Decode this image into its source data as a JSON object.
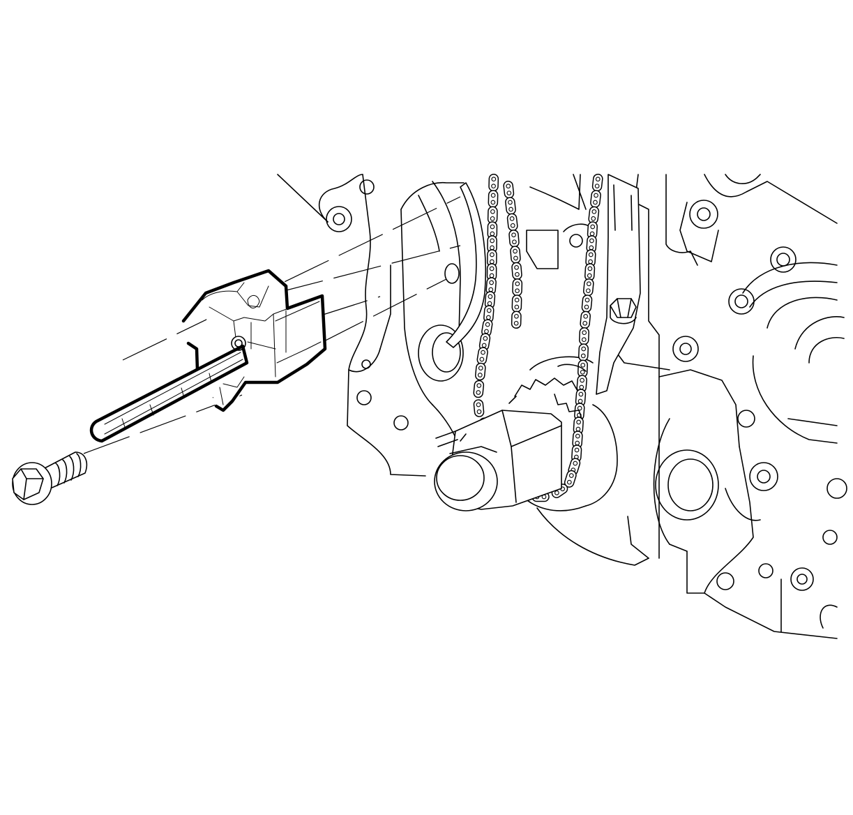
{
  "figure": {
    "background": "#ffffff",
    "line_color": "#000000",
    "parts": [
      {
        "id": "engine-block",
        "icon": "engine-block-icon"
      },
      {
        "id": "timing-chain",
        "icon": "timing-chain-icon"
      },
      {
        "id": "chain-guide",
        "icon": "chain-guide-icon"
      },
      {
        "id": "crankshaft-sprocket",
        "icon": "sprocket-icon"
      },
      {
        "id": "timing-chain-tensioner",
        "icon": "tensioner-icon",
        "highlighted": true
      },
      {
        "id": "tensioner-bolt",
        "icon": "bolt-icon"
      }
    ]
  }
}
